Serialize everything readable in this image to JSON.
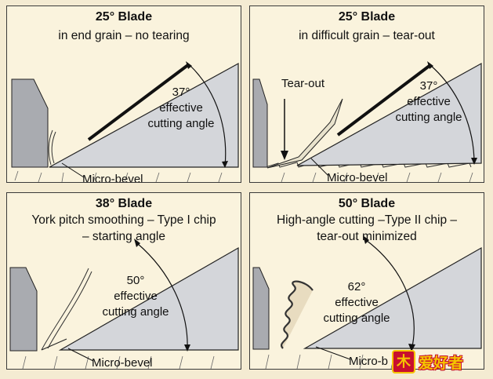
{
  "panels": [
    {
      "title": "25° Blade",
      "subtitle": [
        "in end grain – no tearing"
      ],
      "angle_value": "37°",
      "angle_text": [
        "effective",
        "cutting angle"
      ],
      "microbevel": "Micro-bevel"
    },
    {
      "title": "25° Blade",
      "subtitle": [
        "in difficult grain – tear-out"
      ],
      "angle_value": "37°",
      "angle_text": [
        "effective",
        "cutting angle"
      ],
      "microbevel": "Micro-bevel",
      "tearout": "Tear-out"
    },
    {
      "title": "38° Blade",
      "subtitle": [
        "York pitch smoothing – Type I chip",
        "– starting angle"
      ],
      "angle_value": "50°",
      "angle_text": [
        "effective",
        "cutting angle"
      ],
      "microbevel": "Micro-bevel"
    },
    {
      "title": "50° Blade",
      "subtitle": [
        "High-angle cutting –Type II chip –",
        "tear-out minimized"
      ],
      "angle_value": "62°",
      "angle_text": [
        "effective",
        "cutting angle"
      ],
      "microbevel": "Micro-b"
    }
  ],
  "watermark": {
    "seal": "木",
    "text": "爱好者"
  },
  "colors": {
    "background": "#f4ebd2",
    "panel": "#faf3dd",
    "blade": "#d4d6da",
    "sole": "#a9abb0",
    "outline": "#222222"
  }
}
